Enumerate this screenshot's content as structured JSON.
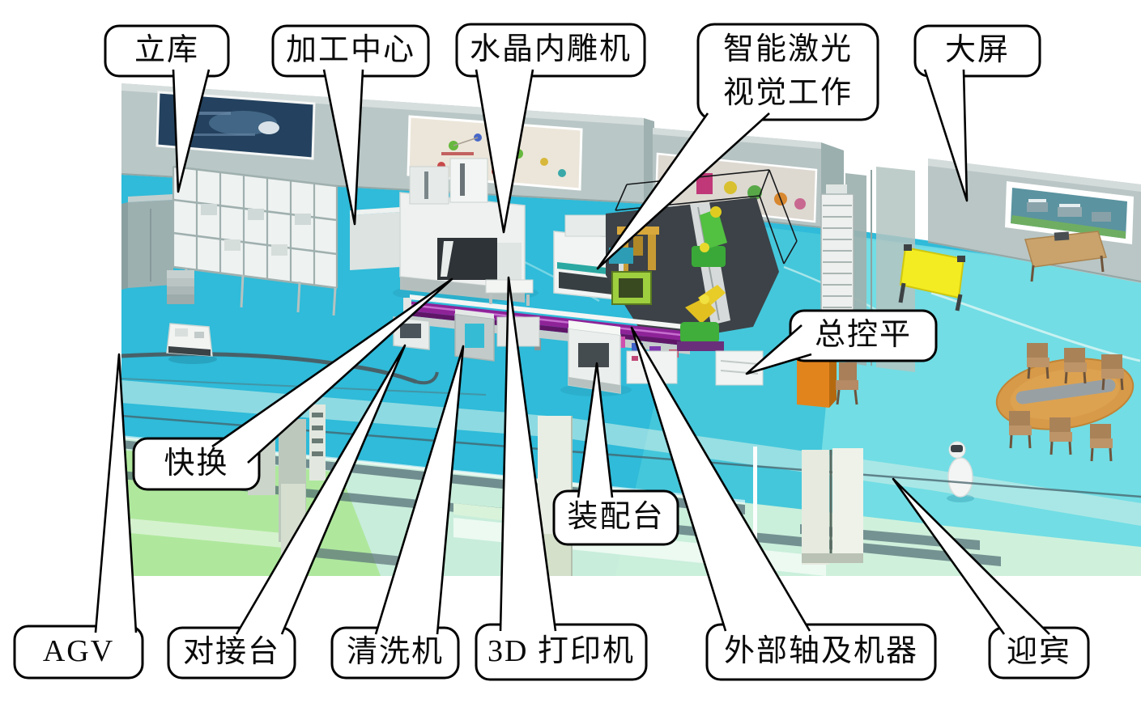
{
  "callouts": {
    "warehouse": "立库",
    "machining_center": "加工中心",
    "crystal_engraver": "水晶内雕机",
    "laser_vision": "智能激光\n视觉工作",
    "big_screen": "大屏",
    "master_console": "总控平",
    "quick_change": "快换",
    "assembly_station": "装配台",
    "agv": "AGV",
    "docking_station": "对接台",
    "washer": "清洗机",
    "printer_3d": "3D 打印机",
    "external_axis_robot": "外部轴及机器",
    "welcome": "迎宾"
  },
  "colors": {
    "floor_cyan": "#2fbbd9",
    "floor_turquoise": "#7ee3e3",
    "floor_green": "#ace796",
    "wall_gray": "#b9c7c6",
    "conveyor_purple": "#8e2398",
    "robot_green": "#3fae3a",
    "robot_yellow": "#e2c020",
    "console_orange": "#e2841c",
    "board_yellow": "#f4ec22",
    "table_wood": "#d79a48",
    "callout_fill": "#ffffff",
    "callout_border": "#000000"
  }
}
